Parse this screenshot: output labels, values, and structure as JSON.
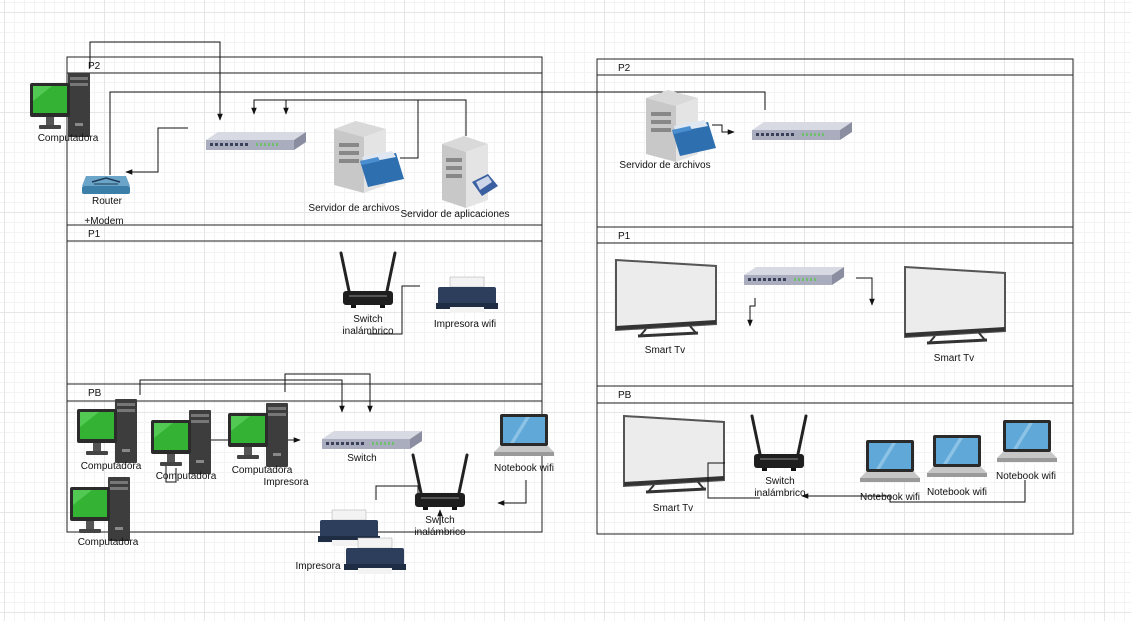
{
  "left_building": {
    "floor_p2": {
      "title": "P2",
      "computer_label": "Computadora",
      "router_label": "Router",
      "router_sub_label": "+Modem",
      "file_server_label": "Servidor de archivos",
      "app_server_label": "Servidor de aplicaciones"
    },
    "floor_p1": {
      "title": "P1",
      "wireless_switch_label_1": "Switch",
      "wireless_switch_label_2": "inalámbrico",
      "printer_label": "Impresora wifi"
    },
    "floor_pb": {
      "title": "PB",
      "computer_1_label": "Computadora",
      "computer_2_label": "Computadora",
      "computer_3_label": "Computadora",
      "computer_3_sub_label": "Impresora",
      "computer_4_label": "Computadora",
      "switch_label": "Switch",
      "notebook_label": "Notebook wifi",
      "wireless_switch_label_1": "Switch",
      "wireless_switch_label_2": "inalámbrico",
      "printer_label": "Impresora"
    }
  },
  "right_building": {
    "floor_p2": {
      "title": "P2",
      "file_server_label": "Servidor de archivos"
    },
    "floor_p1": {
      "title": "P1",
      "tv_left_label": "Smart Tv",
      "tv_right_label": "Smart Tv"
    },
    "floor_pb": {
      "title": "PB",
      "tv_label": "Smart Tv",
      "wireless_switch_label_1": "Switch",
      "wireless_switch_label_2": "inalámbrico",
      "notebook_1_label": "Notebook wifi",
      "notebook_2_label": "Notebook wifi",
      "notebook_3_label": "Notebook wifi"
    }
  },
  "colors": {
    "screen_green": "#33b233",
    "tower": "#4a4a4a",
    "switch_body": "#b8bccb",
    "laptop_screen": "#5fa8d8",
    "tv_screen": "#ececec",
    "folder_blue": "#2e6fb0"
  }
}
